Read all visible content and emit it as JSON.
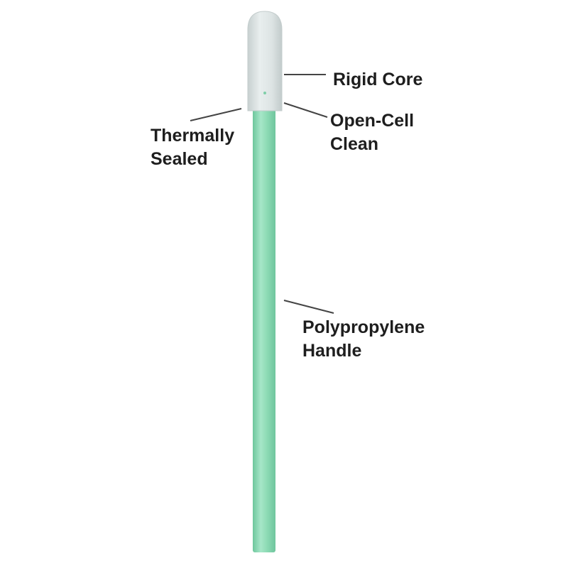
{
  "colors": {
    "background": "#ffffff",
    "handle": "#8fdcb6",
    "handle_shadow": "#6ec79c",
    "handle_highlight": "#b3ecd0",
    "foam_tip": "#dfe6e6",
    "foam_shadow": "#c3cccc",
    "leader_line": "#444444",
    "label_text": "#1e1e1e"
  },
  "labels": {
    "rigid_core": "Rigid Core",
    "open_cell": [
      "Open-Cell",
      "Clean"
    ],
    "thermally_sealed": [
      "Thermally",
      "Sealed"
    ],
    "handle": [
      "Polypropylene",
      "Handle"
    ]
  }
}
